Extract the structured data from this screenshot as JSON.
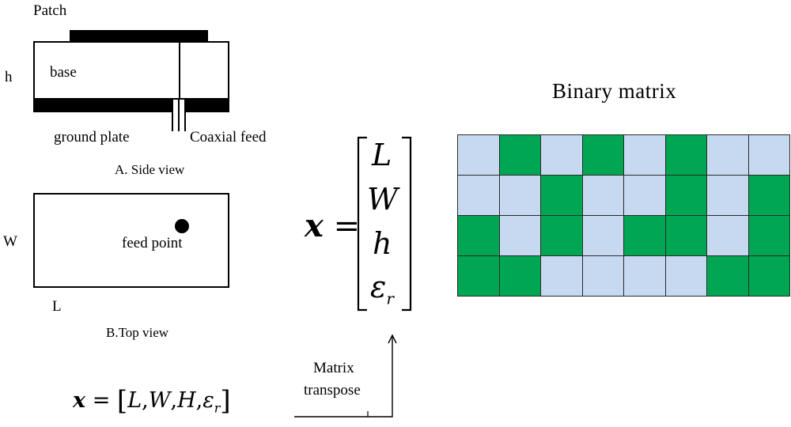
{
  "side_view": {
    "patch_label": "Patch",
    "h_label": "h",
    "base_label": "base",
    "ground_label": "ground plate",
    "coax_label": "Coaxial feed",
    "caption": "A. Side view"
  },
  "top_view": {
    "w_label": "W",
    "feed_label": "feed point",
    "l_label": "L",
    "caption": "B.Top view"
  },
  "vector": {
    "lhs": "x",
    "eq": "=",
    "row_vector": [
      "L",
      ",",
      "W",
      ",",
      "H",
      ",",
      "ε",
      "r"
    ],
    "column": [
      "L",
      "W",
      "h",
      "ε",
      "r"
    ]
  },
  "transpose": {
    "line1": "Matrix",
    "line2": "transpose"
  },
  "binary": {
    "title": "Binary matrix",
    "colors": {
      "1": "#00a651",
      "0": "#c6d9f1"
    },
    "rows": [
      [
        0,
        1,
        0,
        1,
        0,
        1,
        0,
        0
      ],
      [
        0,
        0,
        1,
        0,
        0,
        1,
        0,
        1
      ],
      [
        1,
        0,
        1,
        0,
        1,
        1,
        0,
        1
      ],
      [
        1,
        1,
        0,
        0,
        0,
        0,
        1,
        1
      ]
    ]
  }
}
